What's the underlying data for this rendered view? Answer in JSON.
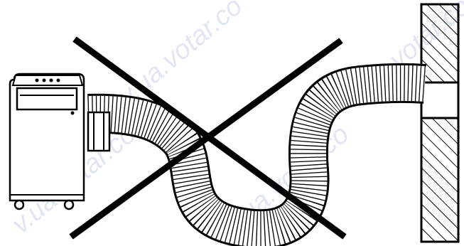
{
  "watermark": {
    "text": "v.ua.votar.co",
    "color": "#c9d3ee"
  },
  "illustration": {
    "subject": "portable-air-conditioner-exhaust-hose-incorrect-installation",
    "status": "incorrect",
    "icons": [
      "air-conditioner-icon",
      "exhaust-hose-icon",
      "wall-icon",
      "cross-mark-icon"
    ],
    "line_color": "#000000",
    "background_color": "#ffffff"
  }
}
